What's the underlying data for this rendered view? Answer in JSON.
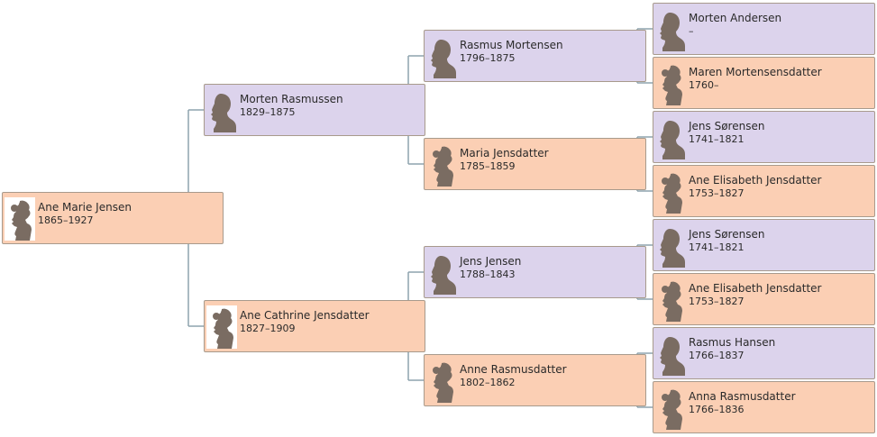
{
  "people": [
    {
      "name": "Ane Marie Jensen",
      "dates": "1865–1927",
      "sex": "female",
      "icon": "female-silhouette-icon"
    },
    {
      "name": "Morten Rasmussen",
      "dates": "1829–1875",
      "sex": "male",
      "icon": "male-silhouette-icon"
    },
    {
      "name": "Ane Cathrine Jensdatter",
      "dates": "1827–1909",
      "sex": "female",
      "icon": "female-silhouette-icon"
    },
    {
      "name": "Rasmus Mortensen",
      "dates": "1796–1875",
      "sex": "male",
      "icon": "male-silhouette-icon"
    },
    {
      "name": "Maria Jensdatter",
      "dates": "1785–1859",
      "sex": "female",
      "icon": "female-silhouette-icon"
    },
    {
      "name": "Jens Jensen",
      "dates": "1788–1843",
      "sex": "male",
      "icon": "male-silhouette-icon"
    },
    {
      "name": "Anne Rasmusdatter",
      "dates": "1802–1862",
      "sex": "female",
      "icon": "female-silhouette-icon"
    },
    {
      "name": "Morten Andersen",
      "dates": "–",
      "sex": "male",
      "icon": "male-silhouette-icon"
    },
    {
      "name": "Maren Mortensensdatter",
      "dates": "1760–",
      "sex": "female",
      "icon": "female-silhouette-icon"
    },
    {
      "name": "Jens Sørensen",
      "dates": "1741–1821",
      "sex": "male",
      "icon": "male-silhouette-icon"
    },
    {
      "name": "Ane Elisabeth Jensdatter",
      "dates": "1753–1827",
      "sex": "female",
      "icon": "female-silhouette-icon"
    },
    {
      "name": "Jens Sørensen",
      "dates": "1741–1821",
      "sex": "male",
      "icon": "male-silhouette-icon"
    },
    {
      "name": "Ane Elisabeth Jensdatter",
      "dates": "1753–1827",
      "sex": "female",
      "icon": "female-silhouette-icon"
    },
    {
      "name": "Rasmus Hansen",
      "dates": "1766–1837",
      "sex": "male",
      "icon": "male-silhouette-icon"
    },
    {
      "name": "Anna Rasmusdatter",
      "dates": "1766–1836",
      "sex": "female",
      "icon": "female-silhouette-icon"
    }
  ],
  "colors": {
    "male": "#dcd3ec",
    "female": "#fbcfb4",
    "connector": "#8ea3ad",
    "silhouette": "#7a6c62"
  }
}
